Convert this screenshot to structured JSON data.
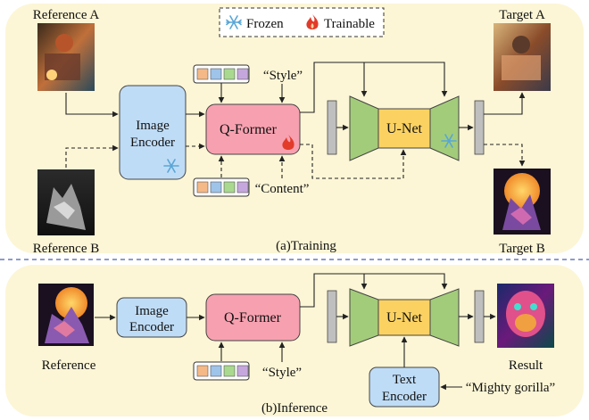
{
  "legend": {
    "frozen": "Frozen",
    "trainable": "Trainable"
  },
  "training": {
    "caption": "(a)Training",
    "reference_a": "Reference A",
    "reference_b": "Reference B",
    "target_a": "Target A",
    "target_b": "Target B",
    "image_encoder_line1": "Image",
    "image_encoder_line2": "Encoder",
    "qformer": "Q-Former",
    "unet": "U-Net",
    "style_prompt": "“Style”",
    "content_prompt": "“Content”"
  },
  "inference": {
    "caption": "(b)Inference",
    "reference": "Reference",
    "result": "Result",
    "image_encoder_line1": "Image",
    "image_encoder_line2": "Encoder",
    "qformer": "Q-Former",
    "unet": "U-Net",
    "style_prompt": "“Style”",
    "text_encoder_line1": "Text",
    "text_encoder_line2": "Encoder",
    "text_prompt": "“Mighty gorilla”"
  },
  "colors": {
    "panel_bg": "#fcf6d6",
    "encoder_fill": "#bfdcf6",
    "qformer_fill": "#f7a1b0",
    "unet_green": "#a3cc7a",
    "unet_yellow": "#fbd262",
    "gray_bar": "#bfbfbf",
    "token_colors": [
      "#f5b987",
      "#9fc4ea",
      "#a9d98e",
      "#c6a7dd"
    ]
  },
  "icons": [
    "snowflake-icon",
    "flame-icon"
  ]
}
